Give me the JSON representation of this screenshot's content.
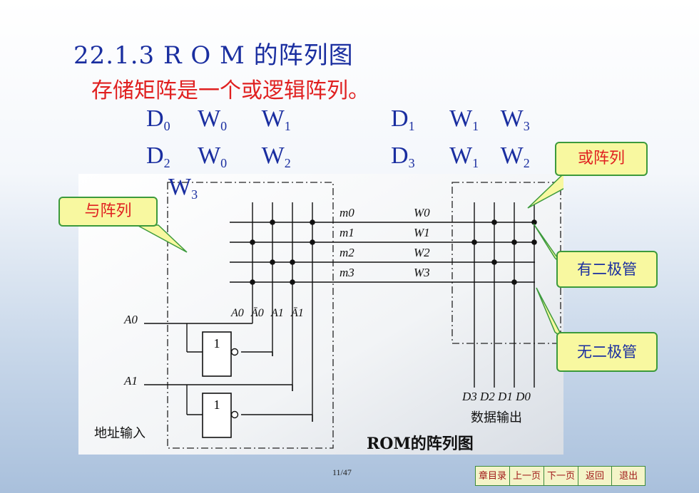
{
  "heading": "22.1.3 R O M 的阵列图",
  "subheading": "存储矩阵是一个或逻辑阵列。",
  "equations": [
    {
      "lhs": "D",
      "lhs_sub": "0",
      "terms": [
        {
          "t": "W",
          "s": "0"
        },
        {
          "t": "W",
          "s": "1"
        }
      ]
    },
    {
      "lhs": "D",
      "lhs_sub": "1",
      "terms": [
        {
          "t": "W",
          "s": "1"
        },
        {
          "t": "W",
          "s": "3"
        }
      ]
    },
    {
      "lhs": "D",
      "lhs_sub": "2",
      "terms": [
        {
          "t": "W",
          "s": "0"
        },
        {
          "t": "W",
          "s": "2"
        }
      ]
    },
    {
      "lhs": "D",
      "lhs_sub": "3",
      "terms": [
        {
          "t": "W",
          "s": "1"
        },
        {
          "t": "W",
          "s": "2"
        }
      ]
    }
  ],
  "overflow_term": {
    "t": "W",
    "s": "3"
  },
  "callouts": {
    "and_array": "与阵列",
    "or_array": "或阵列",
    "has_diode": "有二极管",
    "no_diode": "无二极管"
  },
  "diagram": {
    "minterms": [
      "m0",
      "m1",
      "m2",
      "m3"
    ],
    "word_lines": [
      "W0",
      "W1",
      "W2",
      "W3"
    ],
    "inputs": [
      "A0",
      "A1"
    ],
    "column_labels": [
      "A0",
      "Ā0",
      "A1",
      "Ā1"
    ],
    "not_gate_label": "1",
    "outputs_label": "D3 D2 D1 D0",
    "data_output_label": "数据输出",
    "address_input_label": "地址输入",
    "caption": "ROM的阵列图"
  },
  "page_number": "11/47",
  "nav": [
    "章目录",
    "上一页",
    "下一页",
    "返回",
    "退出"
  ],
  "colors": {
    "heading": "#1a2ea0",
    "highlight": "#e02020",
    "callout_fill": "#f8f8a0",
    "callout_border": "#3c9a3c"
  }
}
